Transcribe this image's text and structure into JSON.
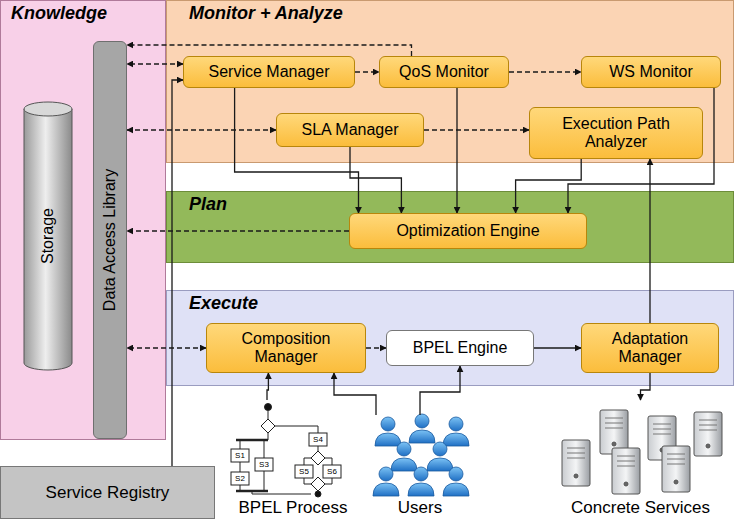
{
  "diagram": {
    "nodes": [
      {
        "text": [
          "Knowledge"
        ]
      },
      {
        "text": [
          "Data Access Library"
        ],
        "in": 0
      },
      {
        "text": [
          "Storage"
        ],
        "in": 0
      },
      {
        "text": [
          "Monitor + Analyze"
        ]
      },
      {
        "text": [
          "Service Manager"
        ],
        "in": 3
      },
      {
        "text": [
          "QoS Monitor"
        ],
        "in": 3
      },
      {
        "text": [
          "WS Monitor"
        ],
        "in": 3
      },
      {
        "text": [
          "SLA Manager"
        ],
        "in": 3
      },
      {
        "text": [
          "Execution Path Analyzer"
        ],
        "in": 3
      },
      {
        "text": [
          "Plan"
        ]
      },
      {
        "text": [
          "Optimization Engine"
        ],
        "in": 9
      },
      {
        "text": [
          "Execute"
        ]
      },
      {
        "text": [
          "Composition Manager"
        ],
        "in": 11
      },
      {
        "text": [
          "BPEL Engine"
        ],
        "in": 11
      },
      {
        "text": [
          "Adaptation Manager"
        ],
        "in": 11
      },
      {
        "text": [
          "Service Registry"
        ]
      },
      {
        "text": [
          "BPEL Process"
        ]
      },
      {
        "text": [
          "Users"
        ]
      },
      {
        "text": [
          "Concrete Services"
        ]
      }
    ],
    "edges": [
      {
        "from": 4,
        "to": 1,
        "arrow": "both"
      },
      {
        "from": 5,
        "to": 1,
        "arrow": "to"
      },
      {
        "from": 4,
        "to": 5,
        "arrow": "to"
      },
      {
        "from": 5,
        "to": 6,
        "arrow": "to"
      },
      {
        "from": 7,
        "to": 1,
        "arrow": "both"
      },
      {
        "from": 7,
        "to": 8,
        "arrow": "to"
      },
      {
        "from": 4,
        "to": 10,
        "arrow": "to"
      },
      {
        "from": 5,
        "to": 10,
        "arrow": "to"
      },
      {
        "from": 6,
        "to": 10,
        "arrow": "to"
      },
      {
        "from": 7,
        "to": 10,
        "arrow": "to"
      },
      {
        "from": 8,
        "to": 10,
        "arrow": "to"
      },
      {
        "from": 12,
        "to": 1,
        "arrow": "both"
      },
      {
        "from": 10,
        "to": 1,
        "arrow": "to"
      },
      {
        "from": 12,
        "to": 13,
        "arrow": "to"
      },
      {
        "from": 13,
        "to": 14,
        "arrow": "to"
      },
      {
        "from": 14,
        "to": 8,
        "arrow": "to"
      },
      {
        "from": 17,
        "to": 12,
        "arrow": "to"
      },
      {
        "from": 17,
        "to": 13,
        "arrow": "to"
      },
      {
        "from": 16,
        "to": 12,
        "arrow": "to"
      },
      {
        "from": 15,
        "to": 4,
        "arrow": "to"
      },
      {
        "from": 14,
        "to": 18,
        "arrow": "to"
      }
    ],
    "labels": [
      "S1",
      "S2",
      "S3",
      "S4",
      "S5",
      "S6"
    ]
  }
}
